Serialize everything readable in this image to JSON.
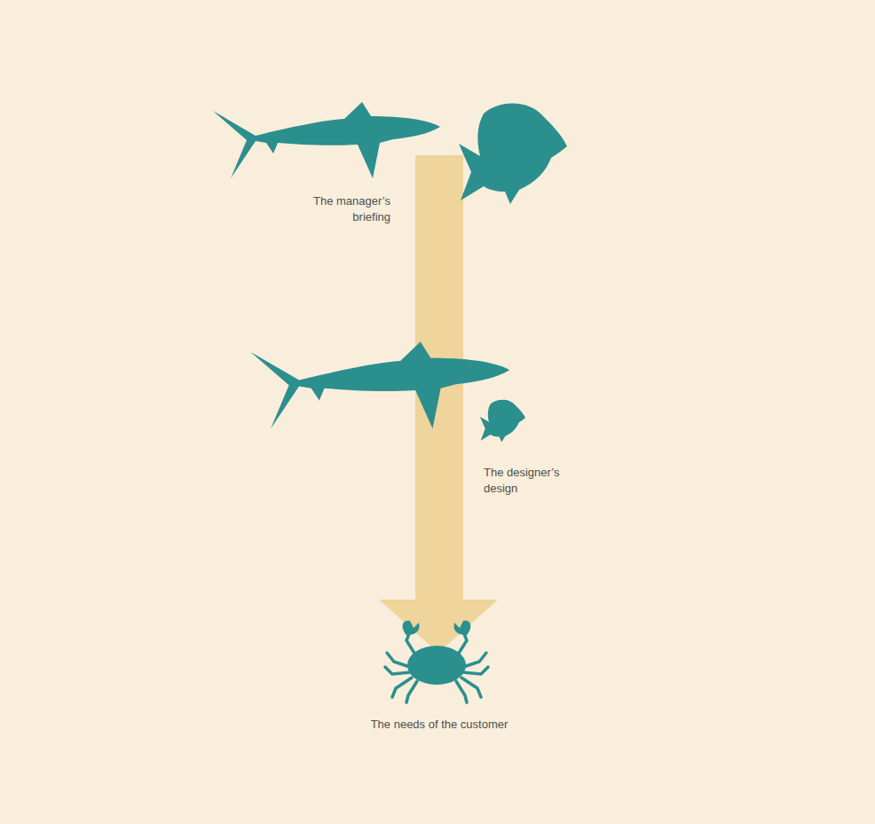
{
  "diagram": {
    "labels": [
      "The manager’s briefing",
      "The designer’s design",
      "The needs of the customer"
    ]
  }
}
